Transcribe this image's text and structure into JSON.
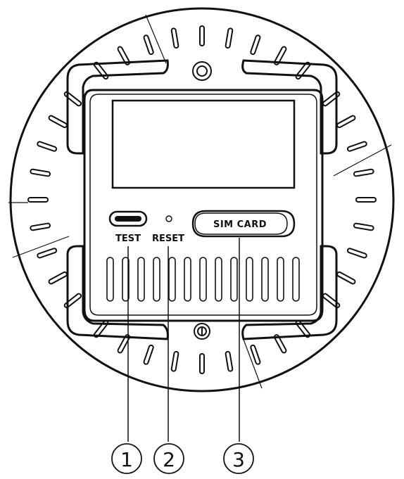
{
  "labels": {
    "test": "TEST",
    "reset": "RESET",
    "sim_card": "SIM CARD"
  },
  "callouts": [
    {
      "number": "1"
    },
    {
      "number": "2"
    },
    {
      "number": "3"
    }
  ],
  "colors": {
    "stroke": "#111111",
    "background": "#ffffff"
  }
}
